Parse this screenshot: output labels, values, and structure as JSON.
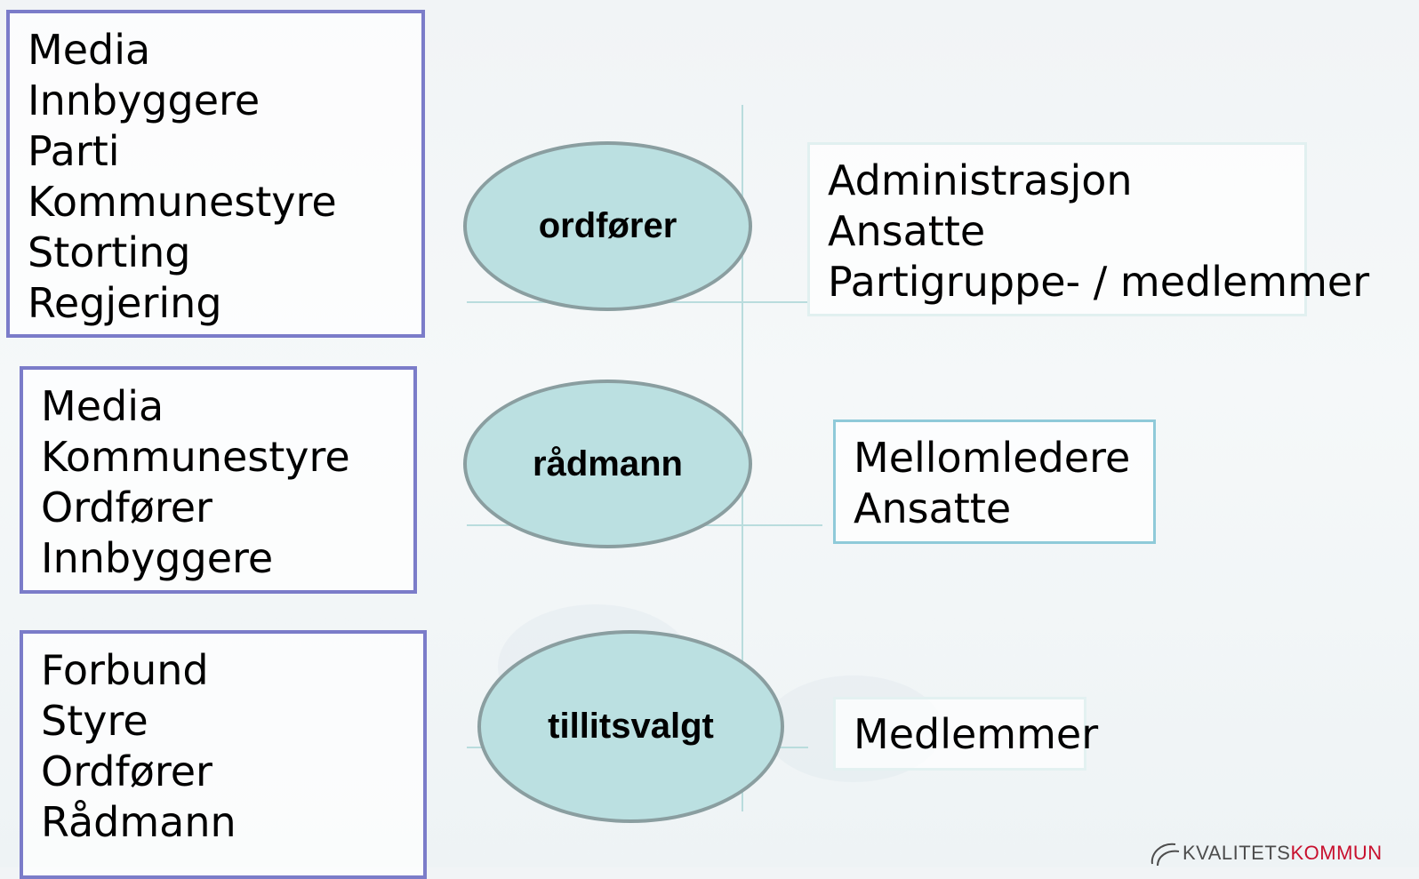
{
  "left_boxes": [
    {
      "items": [
        "Media",
        "Innbyggere",
        "Parti",
        "Kommunestyre",
        "Storting",
        "Regjering"
      ]
    },
    {
      "items": [
        "Media",
        "Kommunestyre",
        "Ordfører",
        "Innbyggere"
      ]
    },
    {
      "items": [
        "Forbund",
        "Styre",
        "Ordfører",
        "Rådmann"
      ]
    }
  ],
  "roles": [
    "ordfører",
    "rådmann",
    "tillitsvalgt"
  ],
  "right_boxes": [
    {
      "items": [
        "Administrasjon",
        "Ansatte",
        "Partigruppe- / medlemmer"
      ]
    },
    {
      "items": [
        "Mellomledere",
        "Ansatte"
      ]
    },
    {
      "items": [
        "Medlemmer"
      ]
    }
  ],
  "logo": {
    "part1": "KVALITETS",
    "part2": "KOMMUN"
  },
  "colors": {
    "left_border": "#7b7cc9",
    "ellipse_fill": "#bbe0e1",
    "ellipse_border": "#8a9ea0",
    "connector": "#b9dcdd"
  }
}
